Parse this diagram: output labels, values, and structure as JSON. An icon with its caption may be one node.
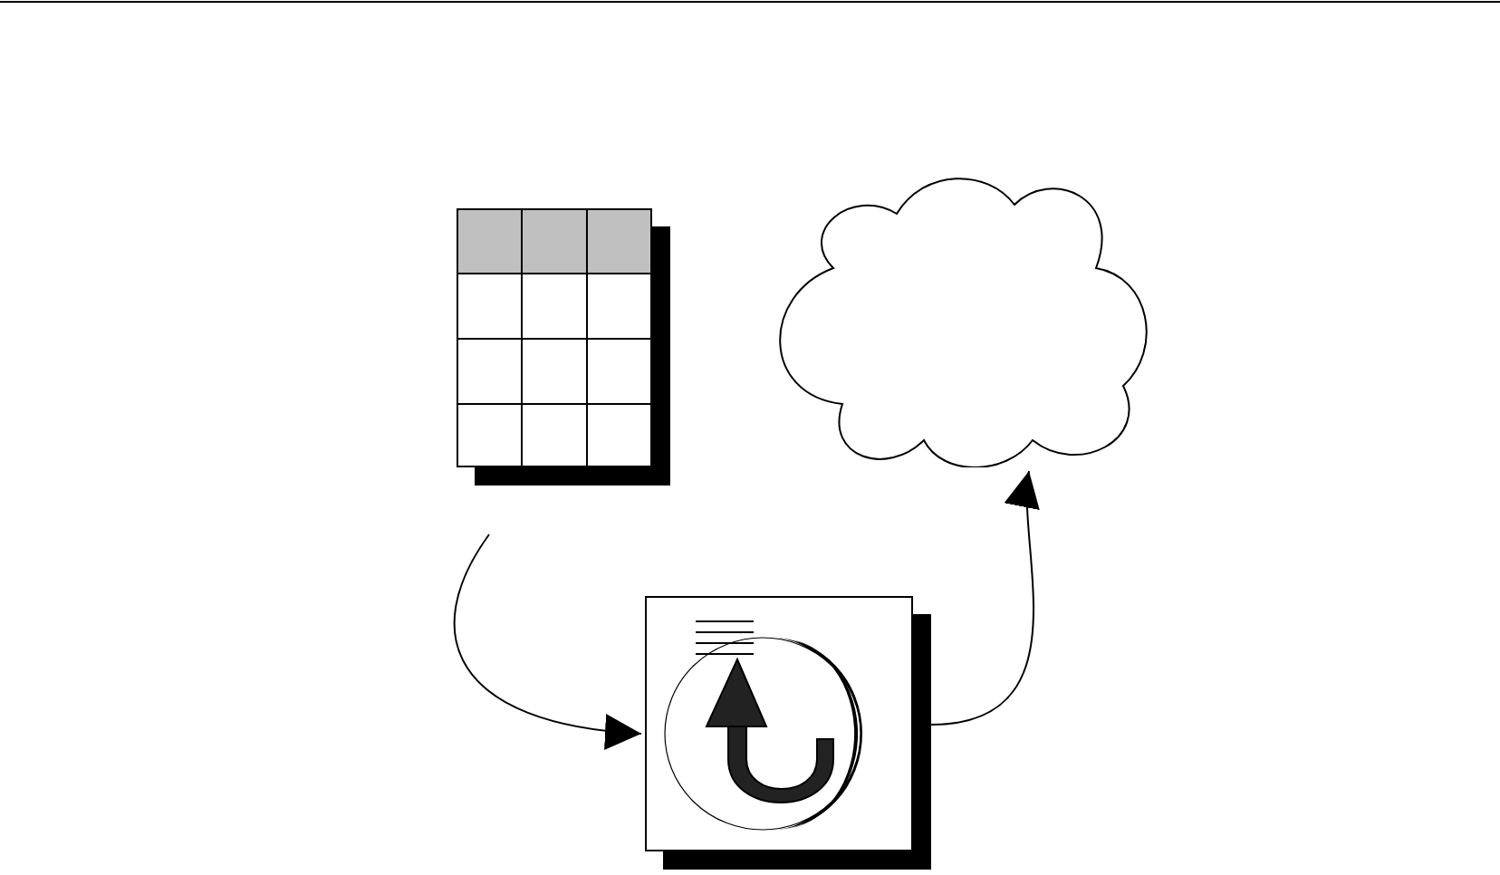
{
  "diagram": {
    "nodes": [
      {
        "text": [],
        "shape": "box"
      },
      {
        "text": [],
        "shape": "cloud"
      },
      {
        "text": [],
        "shape": "box"
      }
    ],
    "edges": [
      {
        "from": 0,
        "to": 2,
        "arrow": "to"
      },
      {
        "from": 2,
        "to": 1,
        "arrow": "to"
      }
    ]
  }
}
